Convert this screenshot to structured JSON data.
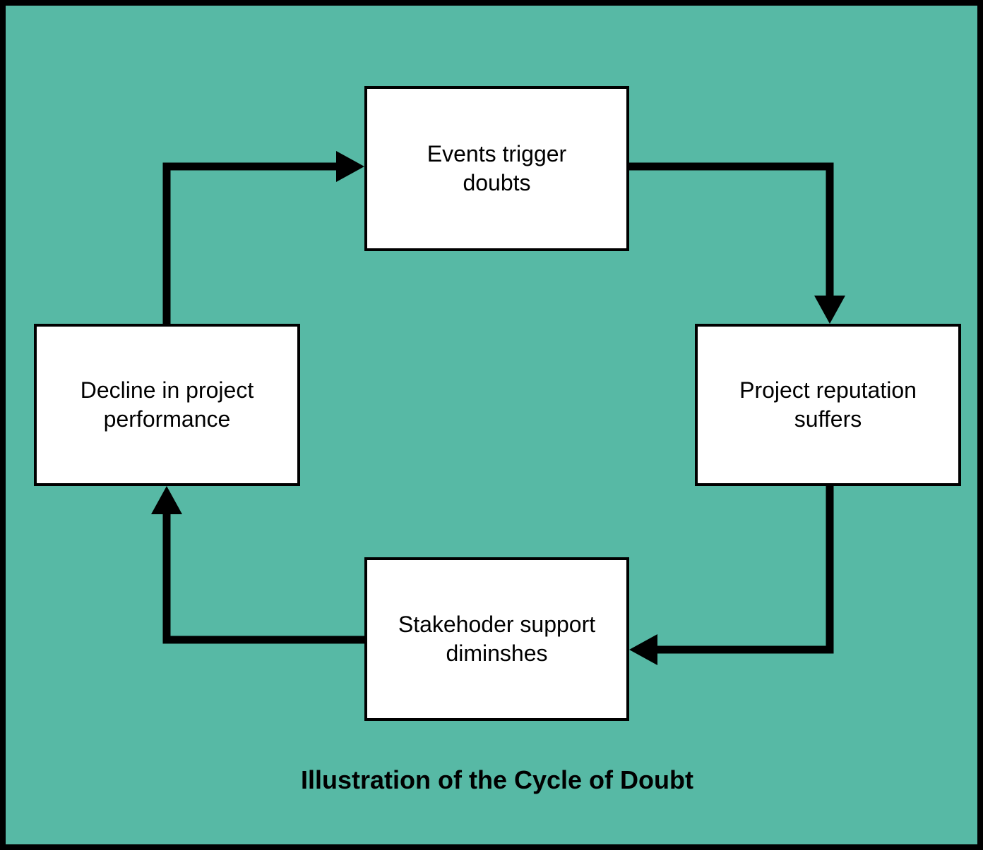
{
  "diagram": {
    "caption": "Illustration of the Cycle of Doubt",
    "type": "cycle-flowchart",
    "background_color": "#57b9a5",
    "node_fill_color": "#ffffff",
    "stroke_color": "#000000",
    "nodes": [
      {
        "id": "events",
        "label": "Events trigger\ndoubts",
        "position": "top"
      },
      {
        "id": "reputation",
        "label": "Project reputation\nsuffers",
        "position": "right"
      },
      {
        "id": "stakeholder",
        "label": "Stakehoder support\ndiminshes",
        "position": "bottom"
      },
      {
        "id": "decline",
        "label": "Decline in project\nperformance",
        "position": "left"
      }
    ],
    "edges": [
      {
        "id": "edge-events-to-reputation",
        "from": "events",
        "to": "reputation",
        "arrow": "arrow-down-icon"
      },
      {
        "id": "edge-reputation-to-stakeholder",
        "from": "reputation",
        "to": "stakeholder",
        "arrow": "arrow-left-icon"
      },
      {
        "id": "edge-stakeholder-to-decline",
        "from": "stakeholder",
        "to": "decline",
        "arrow": "arrow-up-icon"
      },
      {
        "id": "edge-decline-to-events",
        "from": "decline",
        "to": "events",
        "arrow": "arrow-right-icon"
      }
    ]
  }
}
